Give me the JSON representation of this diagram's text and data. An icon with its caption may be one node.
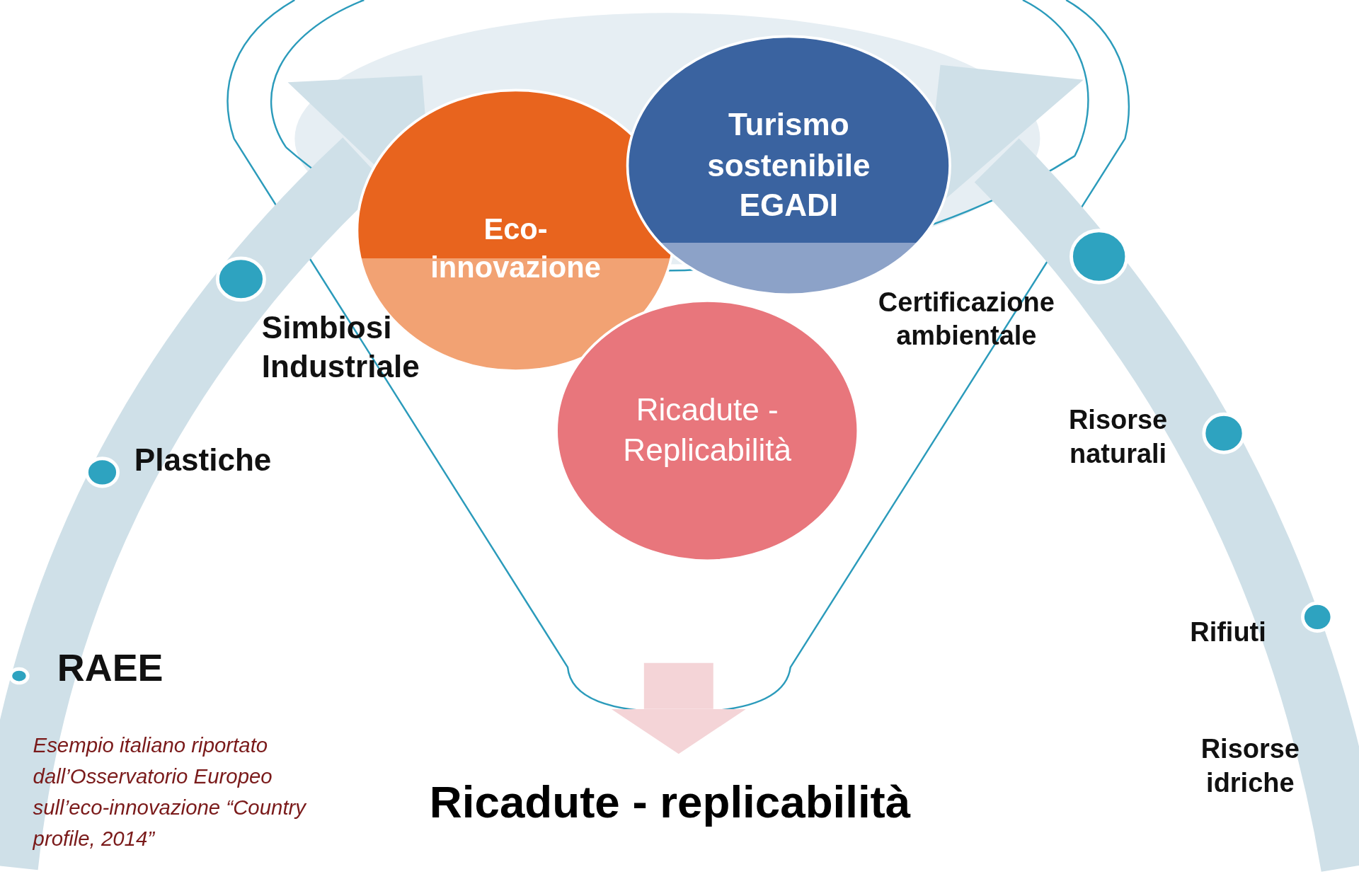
{
  "diagram": {
    "nodes": [
      {
        "text": [
          "Eco- innovazione"
        ]
      },
      {
        "text": [
          "Turismo sostenibile EGADI"
        ]
      },
      {
        "text": [
          "Ricadute - Replicabilità"
        ]
      },
      {
        "text": [
          "Ricadute - replicabilità"
        ]
      }
    ],
    "edges": [
      {
        "from": null,
        "to": 3,
        "arrow": "to"
      }
    ],
    "labels": [
      "Simbiosi Industriale",
      "Plastiche",
      "RAEE",
      "Certificazione ambientale",
      "Risorse naturali",
      "Rifiuti",
      "Risorse idriche",
      "Esempio italiano riportato dall’Osservatorio Europeo sull’eco-innovazione “Country profile, 2014”"
    ]
  }
}
